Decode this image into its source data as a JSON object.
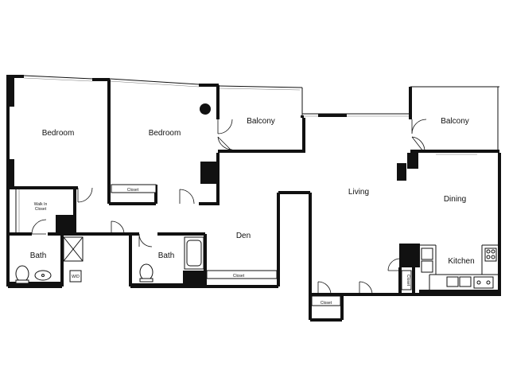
{
  "floorplan": {
    "rooms": {
      "bedroom_1": "Bedroom",
      "bedroom_2": "Bedroom",
      "balcony_1": "Balcony",
      "balcony_2": "Balcony",
      "living": "Living",
      "dining": "Dining",
      "kitchen": "Kitchen",
      "den": "Den",
      "bath_1": "Bath",
      "bath_2": "Bath"
    },
    "small_labels": {
      "walk_in_1": "Walk In",
      "walk_in_2": "Closet",
      "closet_bedroom": "Closet",
      "closet_den": "Closet",
      "closet_living": "Closet",
      "closet_kitchen": "Closet",
      "washer_dryer": "W/D"
    }
  }
}
